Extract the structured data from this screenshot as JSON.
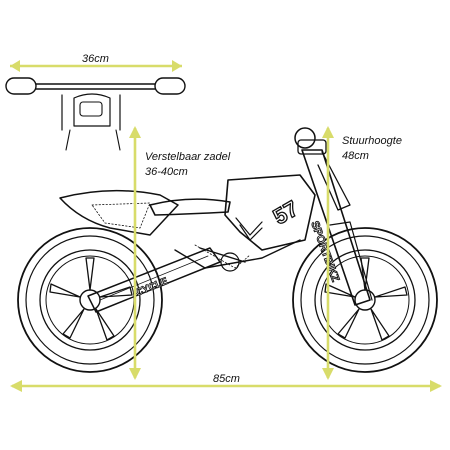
{
  "dimensions": {
    "handlebar_width": "36cm",
    "saddle_label": "Verstelbaar zadel",
    "saddle_range": "36-40cm",
    "handlebar_height_label": "Stuurhoogte",
    "handlebar_height": "48cm",
    "total_length": "85cm"
  },
  "decals": {
    "number": "57",
    "brand": "SPORTBIKZ",
    "swingarm_text": "CYCLE"
  },
  "colors": {
    "dimension_line": "#d8dc6a",
    "ink": "#111111"
  }
}
